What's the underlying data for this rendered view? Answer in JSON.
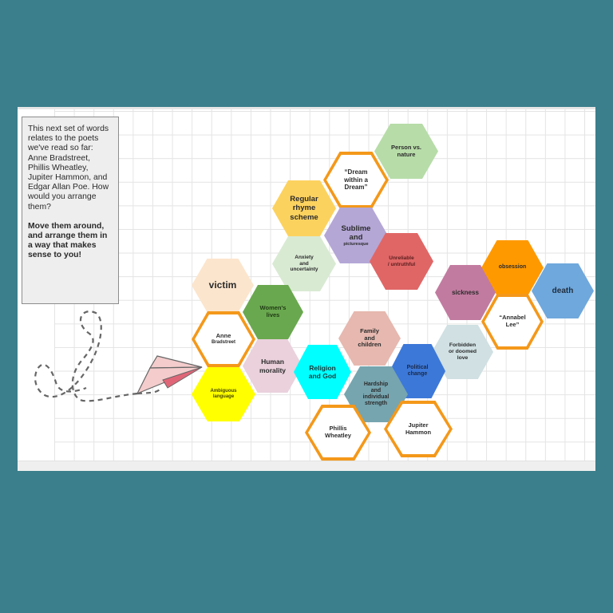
{
  "canvas": {
    "background_color": "#3b7f8c",
    "grid_color": "#e4e4e4"
  },
  "instructions": {
    "paragraph1": "This next set of words relates to the poets we've read so far: Anne Bradstreet, Phillis Wheatley, Jupiter Hammon, and Edgar Allan Poe. How would you arrange them?",
    "paragraph2": "Move them around, and arrange them in a way that makes sense to you!"
  },
  "hexagons": [
    {
      "id": "person-vs-nature",
      "label": "Person vs.\nnature",
      "color": "#b7dca8",
      "outline": false
    },
    {
      "id": "dream-within-a-dream",
      "label": "“Dream\nwithin a\nDream”",
      "color": "#ffffff",
      "outline": true
    },
    {
      "id": "regular-rhyme-scheme",
      "label": "Regular\nrhyme\nscheme",
      "color": "#fcd25f",
      "outline": false
    },
    {
      "id": "sublime-and-picturesque",
      "label": "Sublime\nand",
      "sublabel": "picturesque",
      "color": "#b4a7d6",
      "outline": false
    },
    {
      "id": "anxiety-and-uncertainty",
      "label": "Anxiety\nand\nuncertainty",
      "color": "#d9ead3",
      "outline": false
    },
    {
      "id": "unreliable-untruthful",
      "label": "Unreliable\n/ untruthful",
      "color": "#e06666",
      "outline": false
    },
    {
      "id": "obsession",
      "label": "obsession",
      "color": "#ff9900",
      "outline": false
    },
    {
      "id": "sickness",
      "label": "sickness",
      "color": "#c27ba0",
      "outline": false
    },
    {
      "id": "death",
      "label": "death",
      "color": "#6fa8dc",
      "outline": false
    },
    {
      "id": "annabel-lee",
      "label": "“Annabel\nLee”",
      "color": "#ffffff",
      "outline": true
    },
    {
      "id": "forbidden-or-doomed-love",
      "label": "Forbidden\nor doomed\nlove",
      "color": "#d0e0e3",
      "outline": false
    },
    {
      "id": "victim",
      "label": "victim",
      "color": "#fce5cd",
      "outline": false
    },
    {
      "id": "womens-lives",
      "label": "Women's\nlives",
      "color": "#6aa84f",
      "outline": false
    },
    {
      "id": "anne-bradstreet",
      "label": "Anne",
      "sublabel": "Bradstreet",
      "color": "#ffffff",
      "outline": true
    },
    {
      "id": "human-morality",
      "label": "Human\nmorality",
      "color": "#ead1dc",
      "outline": false
    },
    {
      "id": "religion-and-god",
      "label": "Religion\nand God",
      "color": "#00ffff",
      "outline": false
    },
    {
      "id": "family-and-children",
      "label": "Family\nand\nchildren",
      "color": "#e6b8af",
      "outline": false
    },
    {
      "id": "political-change",
      "label": "Political\nchange",
      "color": "#3c78d8",
      "outline": false
    },
    {
      "id": "hardship-and-individual-strength",
      "label": "Hardship\nand\nindividual\nstrength",
      "color": "#76a5af",
      "outline": false
    },
    {
      "id": "ambiguous-language",
      "label": "Ambiguous\nlanguage",
      "color": "#ffff00",
      "outline": false
    },
    {
      "id": "phillis-wheatley",
      "label": "Phillis\nWheatley",
      "color": "#ffffff",
      "outline": true
    },
    {
      "id": "jupiter-hammon",
      "label": "Jupiter\nHammon",
      "color": "#ffffff",
      "outline": true
    }
  ],
  "decorations": {
    "paper_plane": {
      "fill": "#f4cccc",
      "accent": "#e06677",
      "stroke": "#666666"
    },
    "dashed_trail_color": "#666666"
  }
}
